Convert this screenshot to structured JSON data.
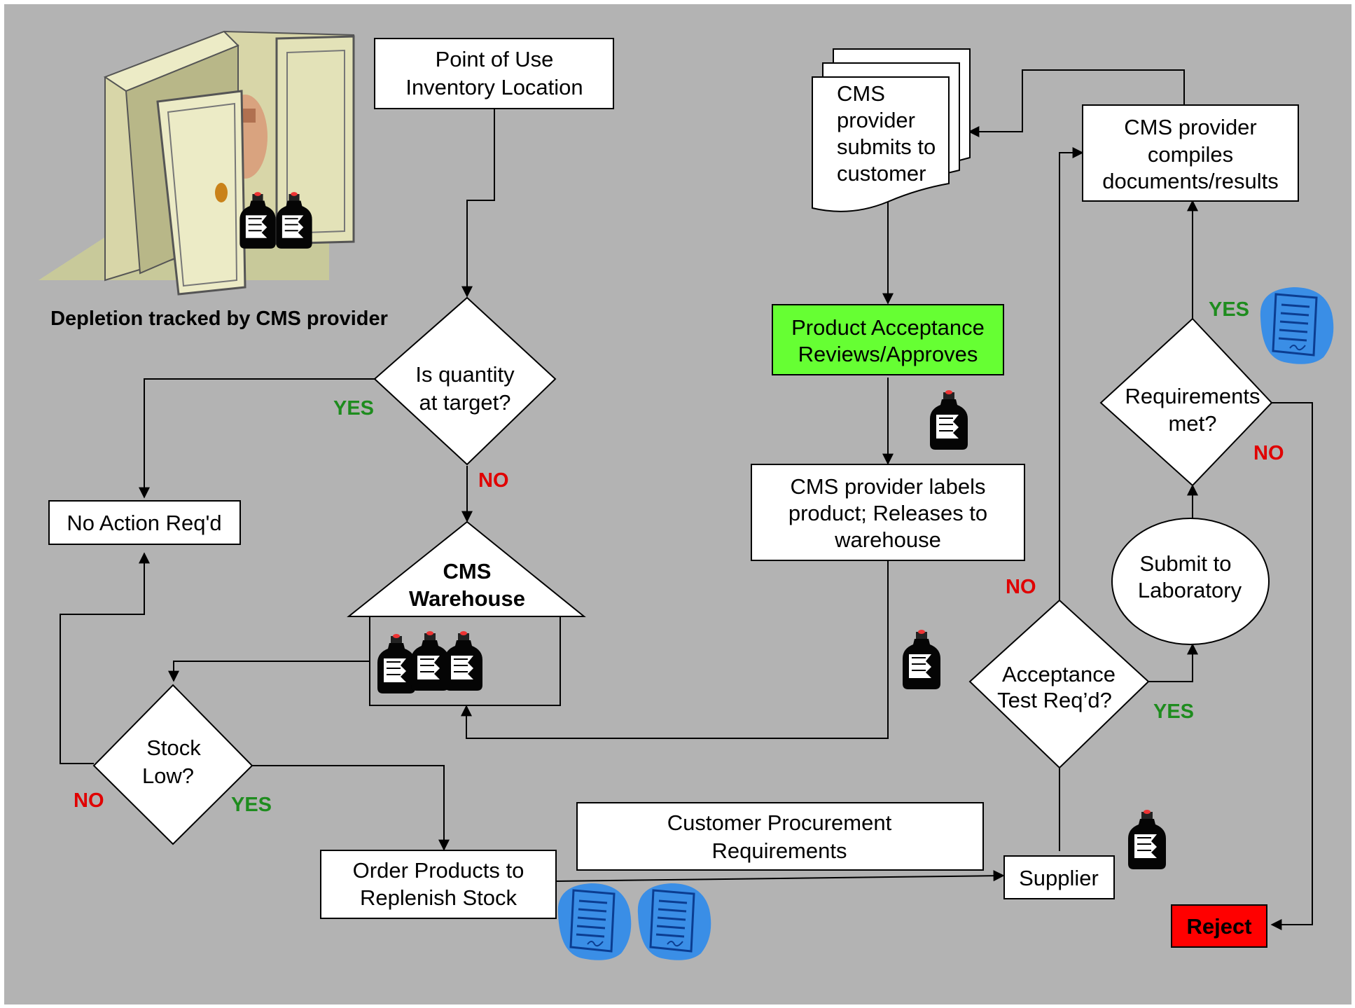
{
  "colors": {
    "background": "#b3b3b3",
    "yes": "#1e8c1e",
    "no": "#e00000",
    "approve_box": "#66ff33",
    "reject_box": "#ff0000",
    "document_icon": "#3a8ee6"
  },
  "icons": [
    "cabinet-icon",
    "bottle-icon",
    "document-icon"
  ],
  "cabinet_caption": "Depletion tracked by CMS provider",
  "nodes": {
    "point_of_use": [
      "Point of Use",
      "Inventory Location"
    ],
    "quantity_decision": [
      "Is quantity",
      "at target?"
    ],
    "no_action": "No Action Req'd",
    "warehouse": [
      "CMS",
      "Warehouse"
    ],
    "stock_low": [
      "Stock",
      "Low?"
    ],
    "order_products": [
      "Order Products to",
      "Replenish Stock"
    ],
    "customer_requirements": [
      "Customer Procurement",
      "Requirements"
    ],
    "supplier": "Supplier",
    "acceptance_test": [
      "Acceptance",
      "Test Req’d?"
    ],
    "submit_lab": [
      "Submit to",
      "Laboratory"
    ],
    "requirements_met": [
      "Requirements",
      "met?"
    ],
    "reject": "Reject",
    "compiles": [
      "CMS provider",
      "compiles",
      "documents/results"
    ],
    "submits": [
      "CMS",
      "provider",
      "submits to",
      "customer"
    ],
    "product_acceptance": [
      "Product Acceptance",
      "Reviews/Approves"
    ],
    "labels_product": [
      "CMS provider labels",
      "product;  Releases to",
      "warehouse"
    ]
  },
  "edge_labels": {
    "yes": "YES",
    "no": "NO"
  }
}
